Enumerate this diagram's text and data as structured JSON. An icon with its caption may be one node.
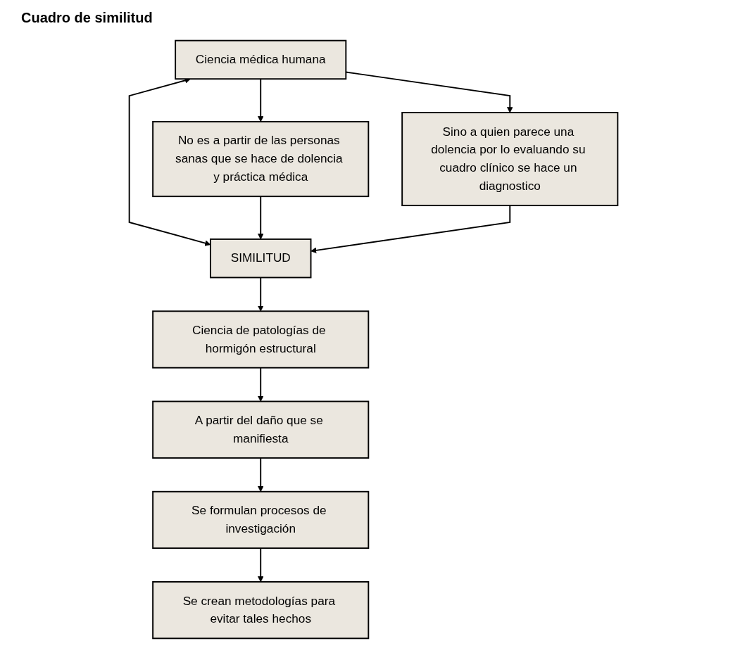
{
  "diagram": {
    "title": "Cuadro de similitud",
    "nodes": [
      {
        "text": [
          "Ciencia médica humana"
        ]
      },
      {
        "text": [
          "No es a partir de las personas sanas que se hace de dolencia y práctica médica"
        ]
      },
      {
        "text": [
          "Sino a quien parece una dolencia por lo evaluando su cuadro clínico se hace un diagnostico"
        ]
      },
      {
        "text": [
          "SIMILITUD"
        ]
      },
      {
        "text": [
          "Ciencia de patologías de hormigón estructural"
        ]
      },
      {
        "text": [
          "A partir del daño que se manifiesta"
        ]
      },
      {
        "text": [
          "Se formulan procesos de investigación"
        ]
      },
      {
        "text": [
          "Se crean metodologías para evitar tales hechos"
        ]
      }
    ],
    "edges": [
      {
        "from": 0,
        "to": 1,
        "arrow": "to"
      },
      {
        "from": 0,
        "to": 2,
        "arrow": "to"
      },
      {
        "from": 0,
        "to": 3,
        "arrow": "both"
      },
      {
        "from": 1,
        "to": 3,
        "arrow": "to"
      },
      {
        "from": 2,
        "to": 3,
        "arrow": "to"
      },
      {
        "from": 3,
        "to": 4,
        "arrow": "to"
      },
      {
        "from": 4,
        "to": 5,
        "arrow": "to"
      },
      {
        "from": 5,
        "to": 6,
        "arrow": "to"
      },
      {
        "from": 6,
        "to": 7,
        "arrow": "to"
      }
    ]
  }
}
